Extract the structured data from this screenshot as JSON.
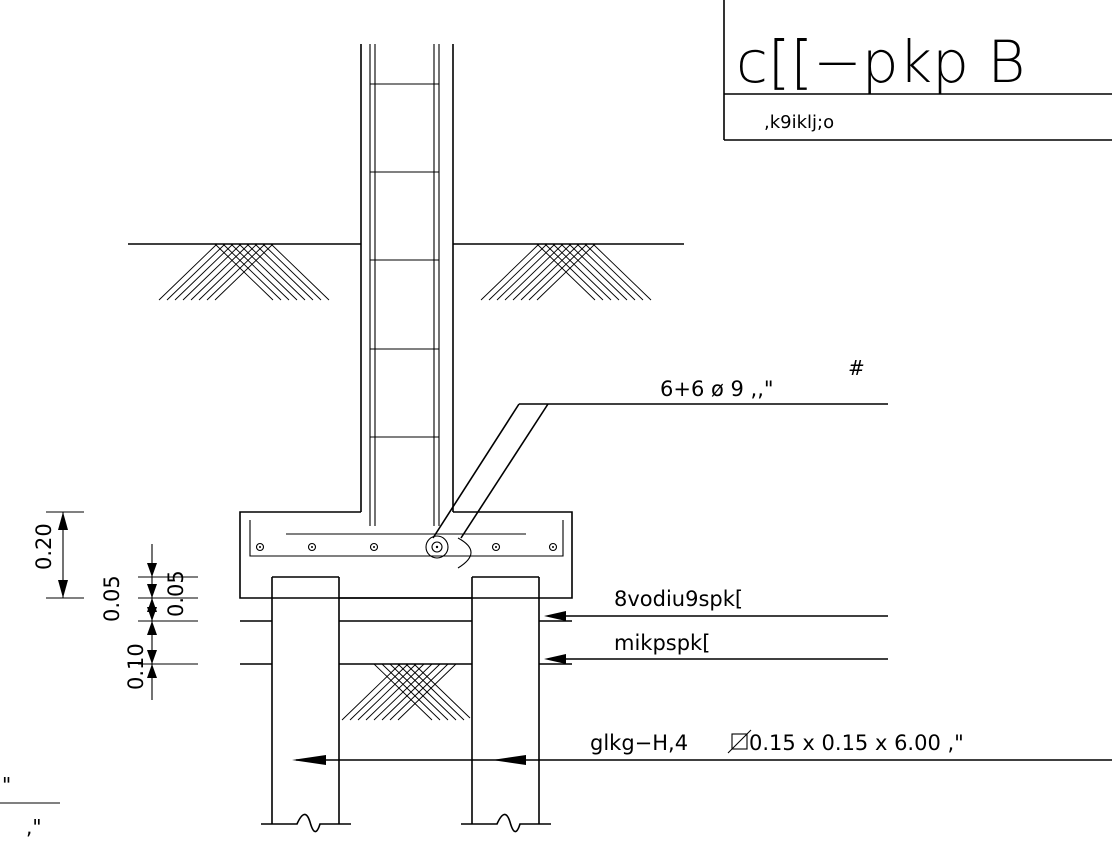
{
  "title_block": {
    "title": "c[[−pkp  B",
    "subtitle": ",k9iklj;o"
  },
  "labels": {
    "rebar_callout": "6+6  ø  9   ,,\"",
    "rebar_mark": "#",
    "layer_1": "8vodiu9spk[",
    "layer_2": "mikpspk[",
    "pile_callout": "glkg−H,4",
    "pile_size": "0.15  x  0.15  x  6.00     ,\""
  },
  "dimensions": {
    "d1": "0.20",
    "d2": "0.05",
    "d3": "0.05",
    "d4": "0.10"
  },
  "corner_notes": {
    "note_1": "\"",
    "note_2": ",\""
  }
}
